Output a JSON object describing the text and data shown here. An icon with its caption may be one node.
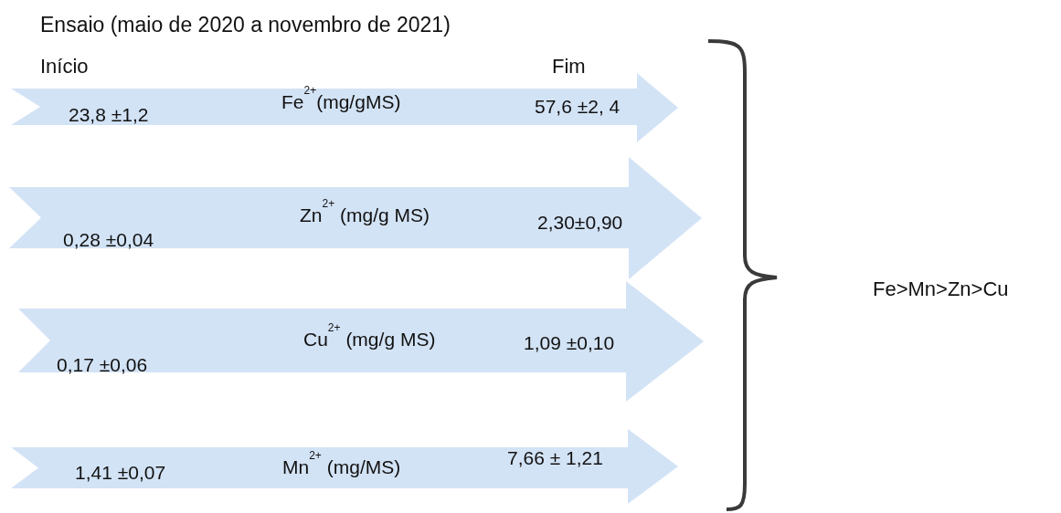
{
  "diagram": {
    "title": "Ensaio (maio de 2020 a novembro de 2021)",
    "nodes": [
      {
        "text": [
          "23,8 ±1,2",
          "Fe$^{2+}$(mg/gMS)",
          "57,6 ±2, 4"
        ]
      },
      {
        "text": [
          "0,28 ±0,04",
          "Zn$^{2+}$ (mg/g MS)",
          "2,30±0,90"
        ]
      },
      {
        "text": [
          "0,17 ±0,06",
          "Cu$^{2+}$ (mg/g MS)",
          "1,09 ±0,10"
        ]
      },
      {
        "text": [
          "1,41 ±0,07",
          "Mn$^{2+}$ (mg/MS)",
          "7,66 ± 1,21"
        ]
      }
    ],
    "labels": [
      "Início",
      "Fim",
      "Fe>Mn>Zn>Cu"
    ]
  }
}
